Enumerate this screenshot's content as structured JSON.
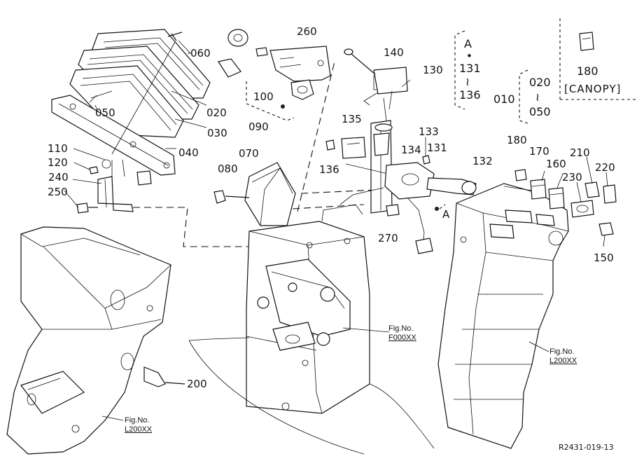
{
  "diagram": {
    "part_labels": {
      "p060": "060",
      "p260": "260",
      "p140": "140",
      "p130": "130",
      "p100": "100",
      "p020": "020",
      "p050": "050",
      "p090": "090",
      "p030": "030",
      "p040": "040",
      "p135": "135",
      "p133": "133",
      "p110": "110",
      "p120": "120",
      "p240": "240",
      "p250": "250",
      "p070": "070",
      "p080": "080",
      "p136": "136",
      "p134": "134",
      "p131": "131",
      "p132": "132",
      "p270": "270",
      "p180": "180",
      "p170": "170",
      "p210": "210",
      "p160": "160",
      "p230": "230",
      "p220": "220",
      "p150": "150",
      "p200": "200",
      "callout_a": "A"
    },
    "group_box": {
      "top": "A",
      "dot": "•",
      "from": "131",
      "tilde": "≀",
      "to": "136"
    },
    "range_box": {
      "prefix": "010",
      "from": "020",
      "tilde": "≀",
      "to": "050"
    },
    "canopy_box": {
      "label": "180",
      "caption": "[CANOPY]"
    },
    "fig_refs": {
      "f000": {
        "line1": "Fig.No.",
        "line2": "F000XX"
      },
      "l200_right": {
        "line1": "Fig.No.",
        "line2": "L200XX"
      },
      "l200_left": {
        "line1": "Fig.No.",
        "line2": "L200XX"
      }
    },
    "drawing_ref": "R2431-019-13"
  }
}
